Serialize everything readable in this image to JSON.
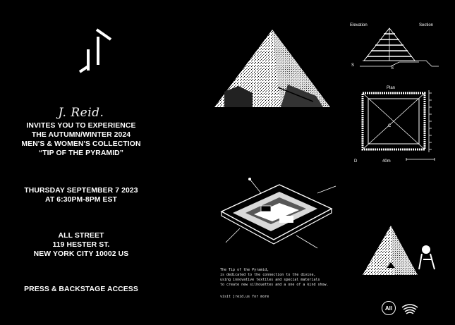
{
  "signature": "J. Reid.",
  "invite_lines": [
    "INVITES YOU TO EXPERIENCE",
    "THE AUTUMN/WINTER 2024",
    "MEN'S & WOMEN'S COLLECTION",
    "“TIP OF THE PYRAMID”"
  ],
  "date_lines": [
    "THURSDAY SEPTEMBER 7 2023",
    "AT 6:30PM-8PM EST"
  ],
  "venue_lines": [
    "ALL STREET",
    "119 HESTER ST.",
    "NEW YORK CITY 10002 US"
  ],
  "access": "PRESS & BACKSTAGE ACCESS",
  "diagram_labels": {
    "elevation": "Elevation",
    "section": "Section",
    "plan": "Plan",
    "c_label": "C",
    "d_label": "D",
    "scale": "40m"
  },
  "description_lines": [
    "The Tip of the Pyramid,",
    "is dedicated to the connection to the divine,",
    "using innovative textiles and special materials",
    "to create new silhouettes and a one of a kind show."
  ],
  "visit": "visit jreid.us for more",
  "badge_text": "All",
  "colors": {
    "background": "#000000",
    "foreground": "#ffffff"
  }
}
